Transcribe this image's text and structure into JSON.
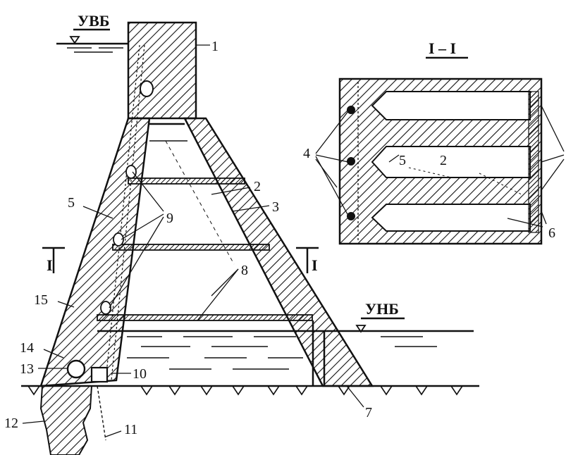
{
  "levels": {
    "headwater": "УВБ",
    "tailwater": "УНБ"
  },
  "section": {
    "title": "I – I",
    "mark_left": "I",
    "mark_right": "I"
  },
  "callouts": {
    "n1": "1",
    "n2": "2",
    "n3": "3",
    "n4": "4",
    "n5": "5",
    "n6": "6",
    "n7": "7",
    "n8": "8",
    "n9": "9",
    "n10": "10",
    "n11": "11",
    "n12": "12",
    "n13": "13",
    "n14": "14",
    "n15": "15",
    "sec_n2": "2",
    "sec_n5": "5"
  },
  "colors": {
    "ink": "#111111",
    "background": "#ffffff"
  }
}
